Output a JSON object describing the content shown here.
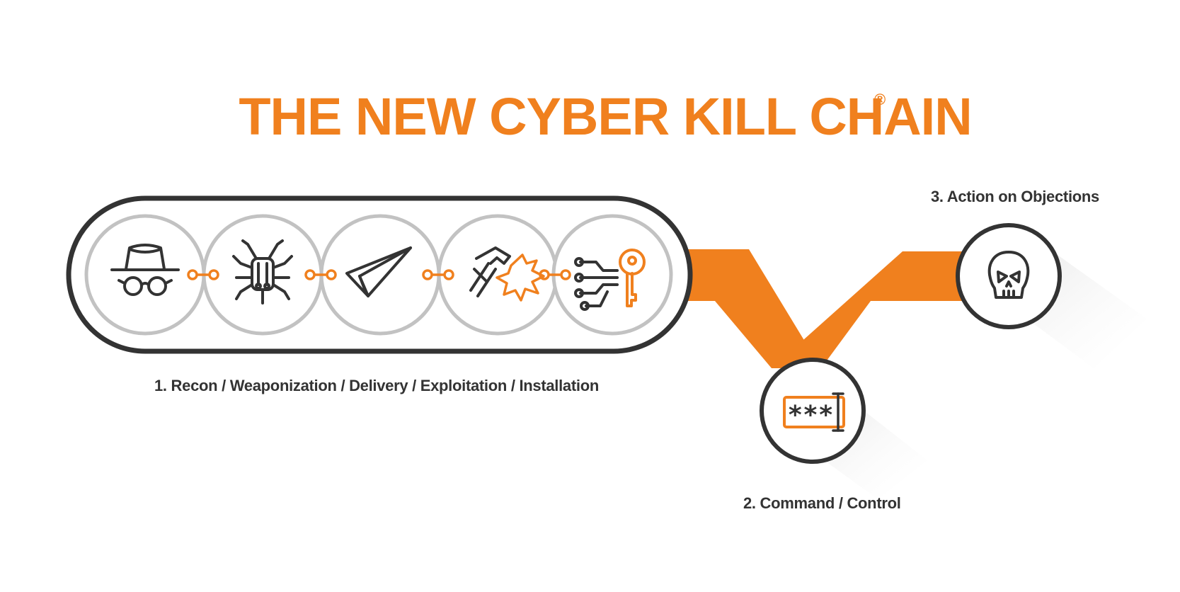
{
  "title": {
    "text": "THE NEW CYBER KILL CHAIN",
    "mark": "®"
  },
  "stages": [
    {
      "label": "1. Recon / Weaponization / Delivery / Exploitation / Installation"
    },
    {
      "label": "2. Command / Control"
    },
    {
      "label": "3. Action on Objections"
    }
  ],
  "password_field": {
    "text": "***"
  },
  "icons": [
    "spy-hat-glasses-icon",
    "circuit-bug-icon",
    "paper-plane-icon",
    "hammer-impact-icon",
    "circuit-key-icon",
    "password-field-icon",
    "skull-icon"
  ],
  "colors": {
    "orange": "#f0801e",
    "dark": "#333333",
    "ring_gray": "#c2c2c2",
    "shadow": "#ececec"
  }
}
